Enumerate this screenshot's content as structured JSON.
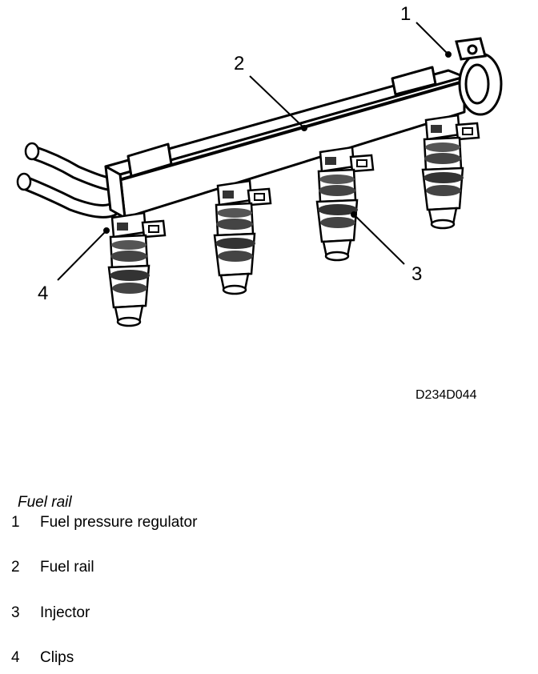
{
  "diagram": {
    "callouts": [
      "1",
      "2",
      "3",
      "4"
    ],
    "figure_code": "D234D044"
  },
  "caption": "Fuel rail",
  "legend": [
    {
      "num": "1",
      "text": "Fuel pressure regulator"
    },
    {
      "num": "2",
      "text": "Fuel rail"
    },
    {
      "num": "3",
      "text": "Injector"
    },
    {
      "num": "4",
      "text": "Clips"
    }
  ]
}
